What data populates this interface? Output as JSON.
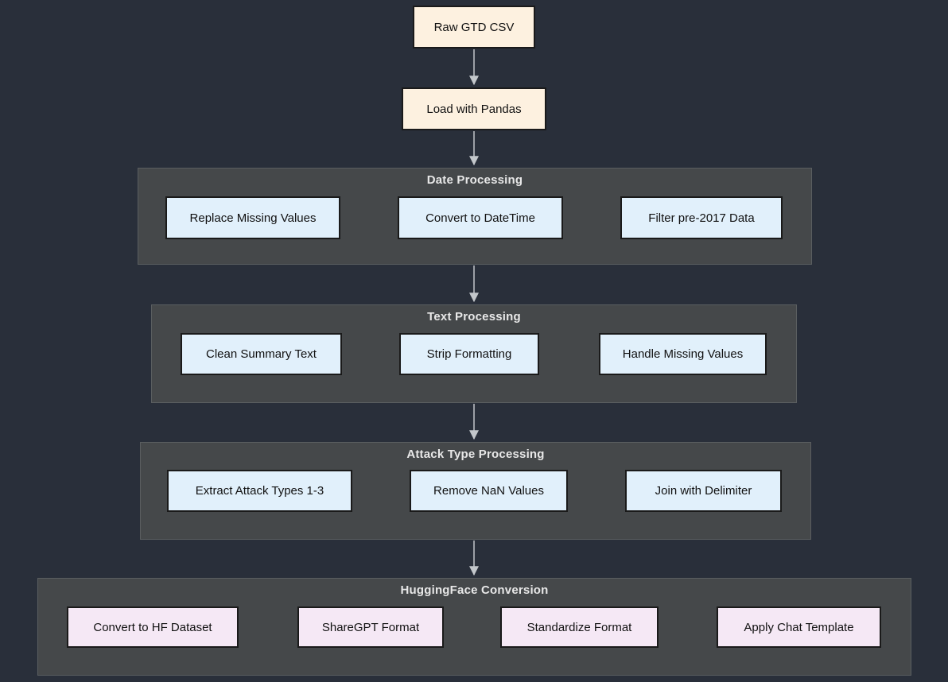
{
  "diagram": {
    "type": "flowchart",
    "direction": "top-down",
    "flow": [
      "Raw GTD CSV -> Load with Pandas",
      "Load with Pandas -> Date Processing",
      "Date Processing -> Text Processing",
      "Text Processing -> Attack Type Processing",
      "Attack Type Processing -> HuggingFace Conversion"
    ]
  },
  "nodes": {
    "raw_csv": {
      "label": "Raw GTD CSV"
    },
    "load_pandas": {
      "label": "Load with Pandas"
    }
  },
  "subgraphs": [
    {
      "title": "Date Processing",
      "steps": [
        "Replace Missing Values",
        "Convert to DateTime",
        "Filter pre-2017 Data"
      ]
    },
    {
      "title": "Text Processing",
      "steps": [
        "Clean Summary Text",
        "Strip Formatting",
        "Handle Missing Values"
      ]
    },
    {
      "title": "Attack Type Processing",
      "steps": [
        "Extract Attack Types 1-3",
        "Remove NaN Values",
        "Join with Delimiter"
      ]
    },
    {
      "title": "HuggingFace Conversion",
      "steps": [
        "Convert to HF Dataset",
        "ShareGPT Format",
        "Standardize Format",
        "Apply Chat Template"
      ]
    }
  ],
  "colors": {
    "canvas_bg": "#292f3a",
    "subgraph_fill": "#45484a",
    "subgraph_border": "#5a5e60",
    "subgraph_title": "#e8e8e8",
    "node_border": "#1a1a1a",
    "node_text": "#111111",
    "edge": "#c3c7cb",
    "input_fill": "#fdf1e0",
    "process_fill": "#e1f0fb",
    "hf_fill": "#f5e8f5"
  }
}
